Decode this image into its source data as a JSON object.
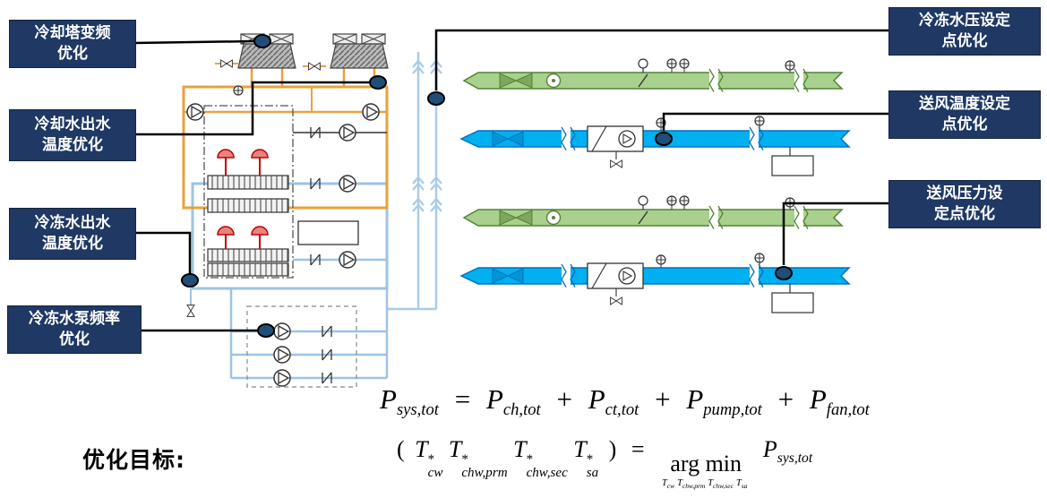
{
  "colors": {
    "callout_bg": "#1F3864",
    "callout_text": "#FFFFFF",
    "connector": "#000000",
    "marker": "#1F4E79",
    "condenser_loop": "#E8A23C",
    "chilled_loop": "#9DC3E6",
    "riser": "#A9CCE8",
    "supply_duct": "#00B0F0",
    "supply_duct_edge": "#0070C0",
    "return_duct": "#A9D18E",
    "return_duct_edge": "#538135",
    "chiller_red": "#C00000",
    "text": "#000000"
  },
  "callouts": [
    {
      "line1": "冷却塔变频",
      "line2": "优化"
    },
    {
      "line1": "冷却水出水",
      "line2": "温度优化"
    },
    {
      "line1": "冷冻水出水",
      "line2": "温度优化"
    },
    {
      "line1": "冷冻水泵频率",
      "line2": "优化"
    },
    {
      "line1": "冷冻水压设定",
      "line2": "点优化"
    },
    {
      "line1": "送风温度设定",
      "line2": "点优化"
    },
    {
      "line1": "送风压力设",
      "line2": "定点优化"
    }
  ],
  "objective": {
    "label": "优化目标:"
  },
  "formula_power": {
    "t1_base": "P",
    "t1_sub": "sys,tot",
    "eq": "=",
    "t2_base": "P",
    "t2_sub": "ch,tot",
    "plus1": "+",
    "t3_base": "P",
    "t3_sub": "ct,tot",
    "plus2": "+",
    "t4_base": "P",
    "t4_sub": "pump,tot",
    "plus3": "+",
    "t5_base": "P",
    "t5_sub": "fan,tot"
  },
  "formula_argmin": {
    "lparen": "(",
    "v1_base": "T",
    "v1_sup": "*",
    "v1_sub": "cw",
    "v2_base": "T",
    "v2_sup": "*",
    "v2_sub": "chw,prm",
    "v3_base": "T",
    "v3_sup": "*",
    "v3_sub": "chw,sec",
    "v4_base": "T",
    "v4_sup": "*",
    "v4_sub": "sa",
    "rparen": ")",
    "eq": "=",
    "argmin": "arg min",
    "u1_base": "T",
    "u1_sub": "cw",
    "u2_base": "T",
    "u2_sub": "chw,prm",
    "u3_base": "T",
    "u3_sub": "chw,sec",
    "u4_base": "T",
    "u4_sub": "sa",
    "p_base": "P",
    "p_sub": "sys,tot"
  }
}
